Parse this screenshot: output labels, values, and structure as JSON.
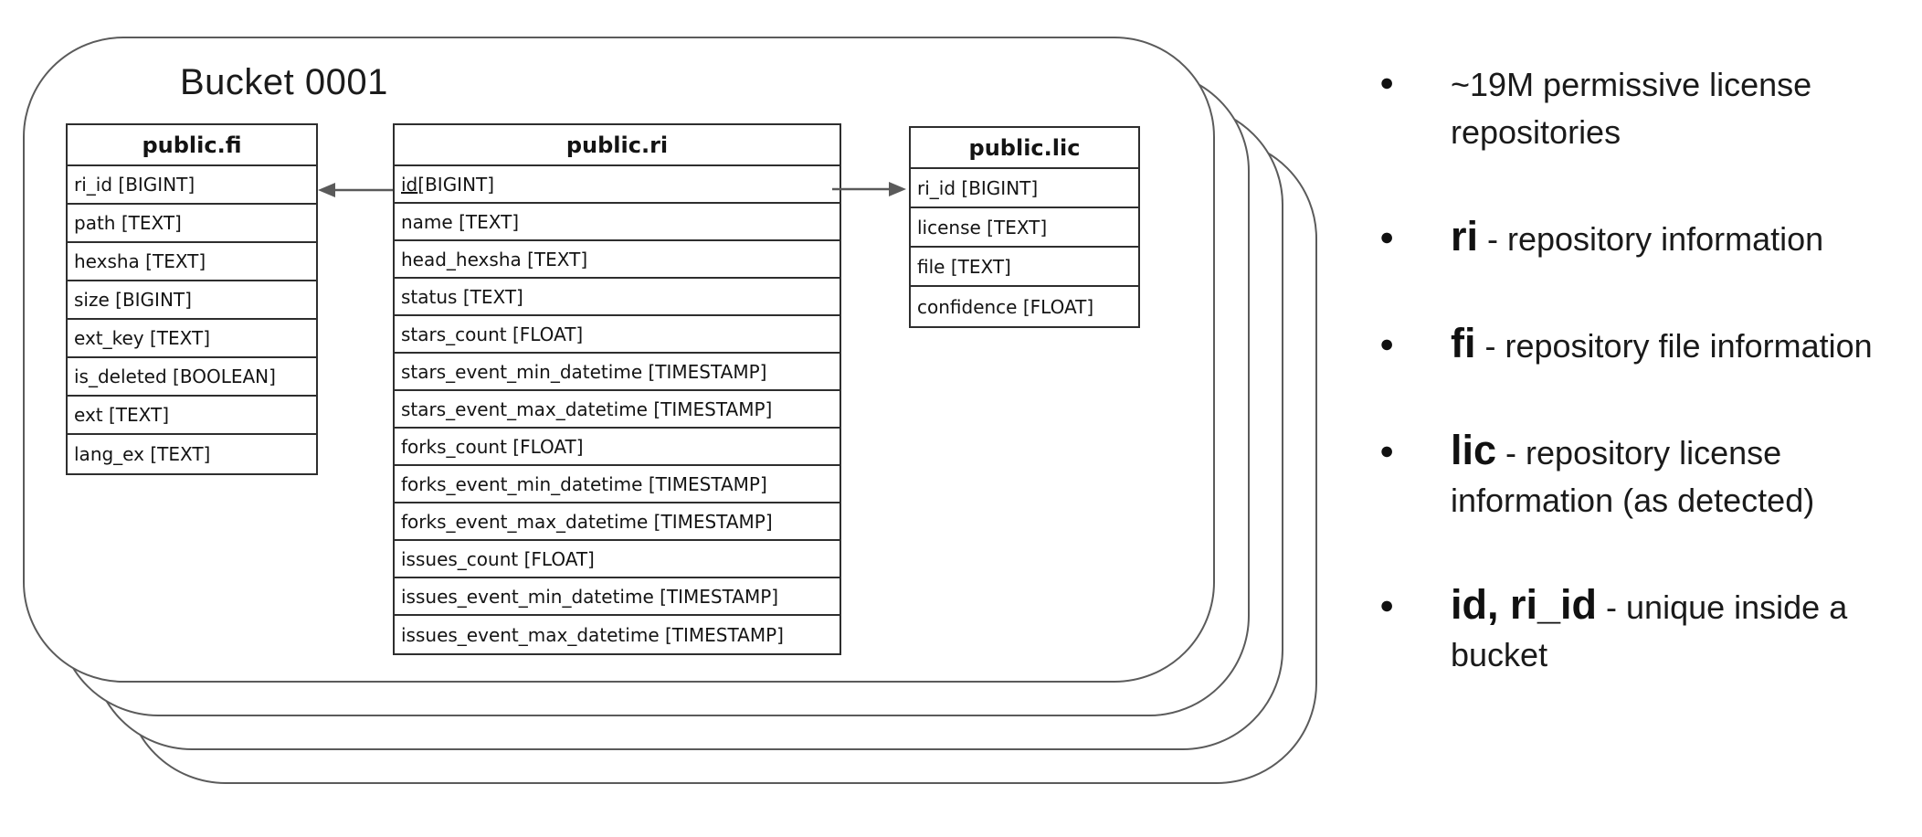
{
  "bucket": {
    "title": "Bucket 0001"
  },
  "bullet_char": "●",
  "colors": {
    "bucket_outline": "#5b5b5b",
    "table_border": "#2e2e2e",
    "text": "#1a1a1a",
    "arrow": "#5a5a5a"
  },
  "tables": [
    {
      "name": "public.fi",
      "columns": [
        "ri_id [BIGINT]",
        "path [TEXT]",
        "hexsha [TEXT]",
        "size [BIGINT]",
        "ext_key [TEXT]",
        "is_deleted [BOOLEAN]",
        "ext [TEXT]",
        "lang_ex [TEXT]"
      ]
    },
    {
      "name": "public.ri",
      "pk_cell": {
        "key": "id",
        "rest": " [BIGINT]"
      },
      "columns": [
        "name [TEXT]",
        "head_hexsha [TEXT]",
        "status [TEXT]",
        "stars_count [FLOAT]",
        "stars_event_min_datetime [TIMESTAMP]",
        "stars_event_max_datetime [TIMESTAMP]",
        "forks_count [FLOAT]",
        "forks_event_min_datetime [TIMESTAMP]",
        "forks_event_max_datetime [TIMESTAMP]",
        "issues_count [FLOAT]",
        "issues_event_min_datetime [TIMESTAMP]",
        "issues_event_max_datetime [TIMESTAMP]"
      ]
    },
    {
      "name": "public.lic",
      "columns": [
        "ri_id [BIGINT]",
        "license [TEXT]",
        "file [TEXT]",
        "confidence [FLOAT]"
      ]
    }
  ],
  "notes": [
    {
      "term": "",
      "text": "~19M permissive license repositories"
    },
    {
      "term": "ri",
      "text": " - repository information"
    },
    {
      "term": "fi",
      "text": "  - repository file information"
    },
    {
      "term": "lic",
      "text": " - repository license information (as detected)"
    },
    {
      "term": "id, ri_id",
      "text": " - unique inside a bucket"
    }
  ]
}
